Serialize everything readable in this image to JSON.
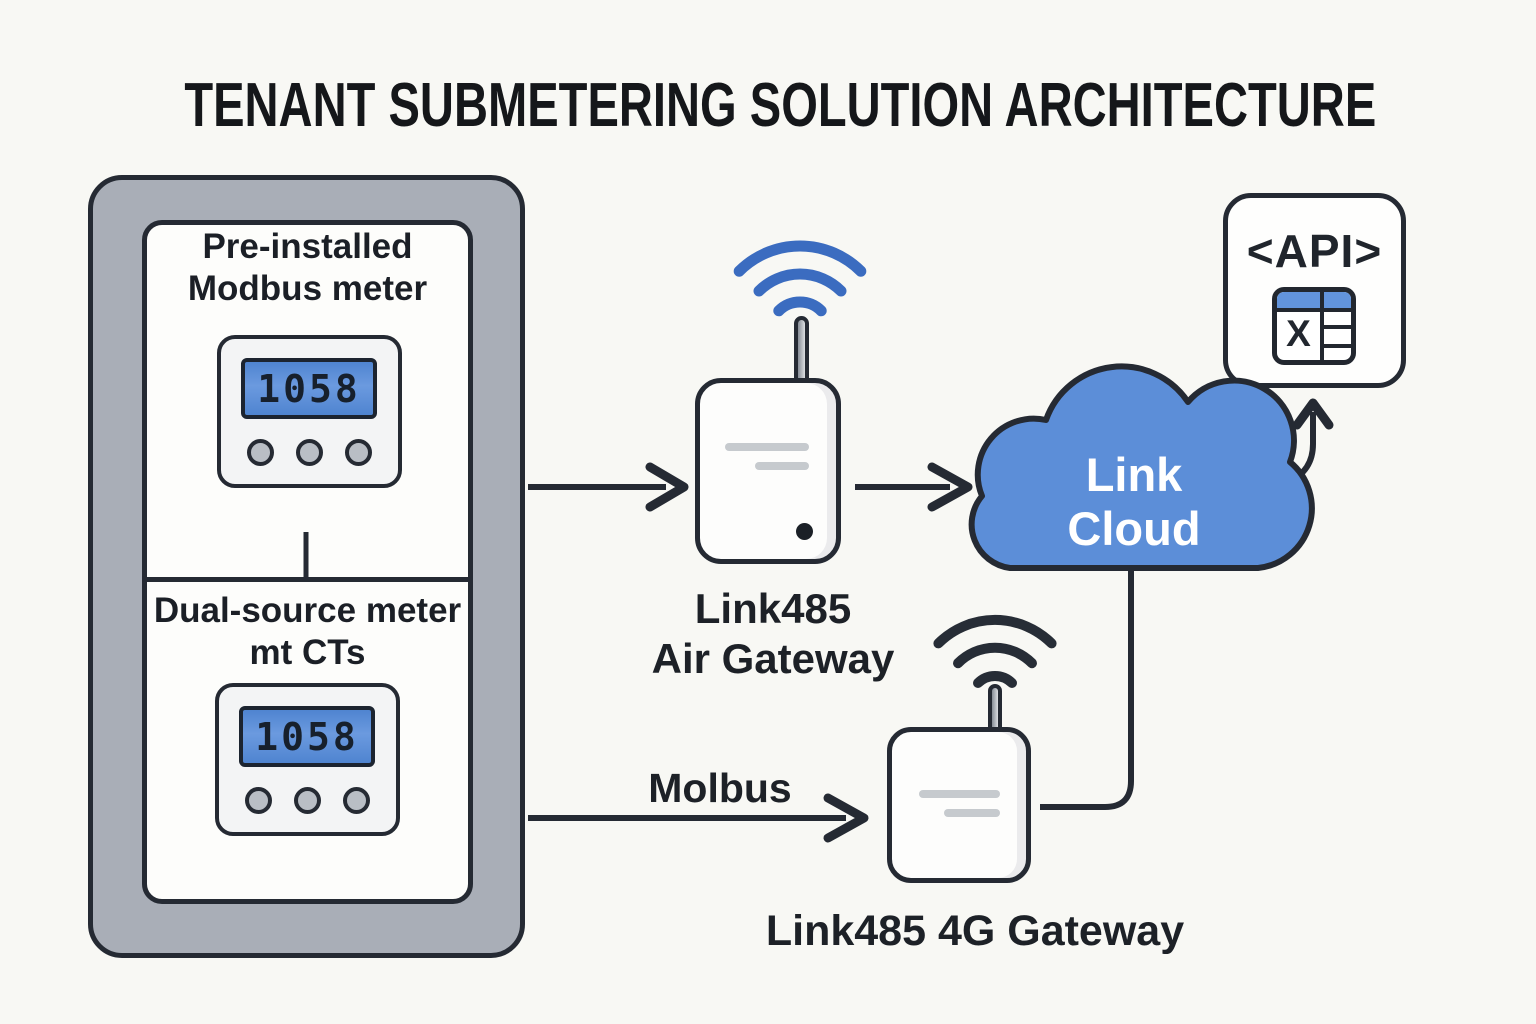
{
  "title": "TENANT SUBMETERING SOLUTION ARCHITECTURE",
  "cabinet": {
    "top_meter": {
      "label_line1": "Pre-installed",
      "label_line2": "Modbus meter",
      "display": "1058"
    },
    "bottom_meter": {
      "label_line1": "Dual-source meter",
      "label_line2": "mt CTs",
      "display": "1058"
    }
  },
  "air_gateway": {
    "label_line1": "Link485",
    "label_line2": "Air Gateway"
  },
  "cellular_gateway": {
    "label": "Link485 4G Gateway"
  },
  "cloud": {
    "label_line1": "Link",
    "label_line2": "Cloud"
  },
  "api_box": {
    "label": "<API>",
    "sheet_letter": "X"
  },
  "bus_link": {
    "label": "Molbus"
  },
  "colors": {
    "outline": "#252a33",
    "cabinet_gray": "#a9aeb7",
    "wifi_blue": "#3b6cc0",
    "wifi_dark": "#272d36",
    "cloud_blue": "#5c8ed8",
    "lcd_blue": "#5d90d8",
    "sheet_header_blue": "#6294dc"
  }
}
